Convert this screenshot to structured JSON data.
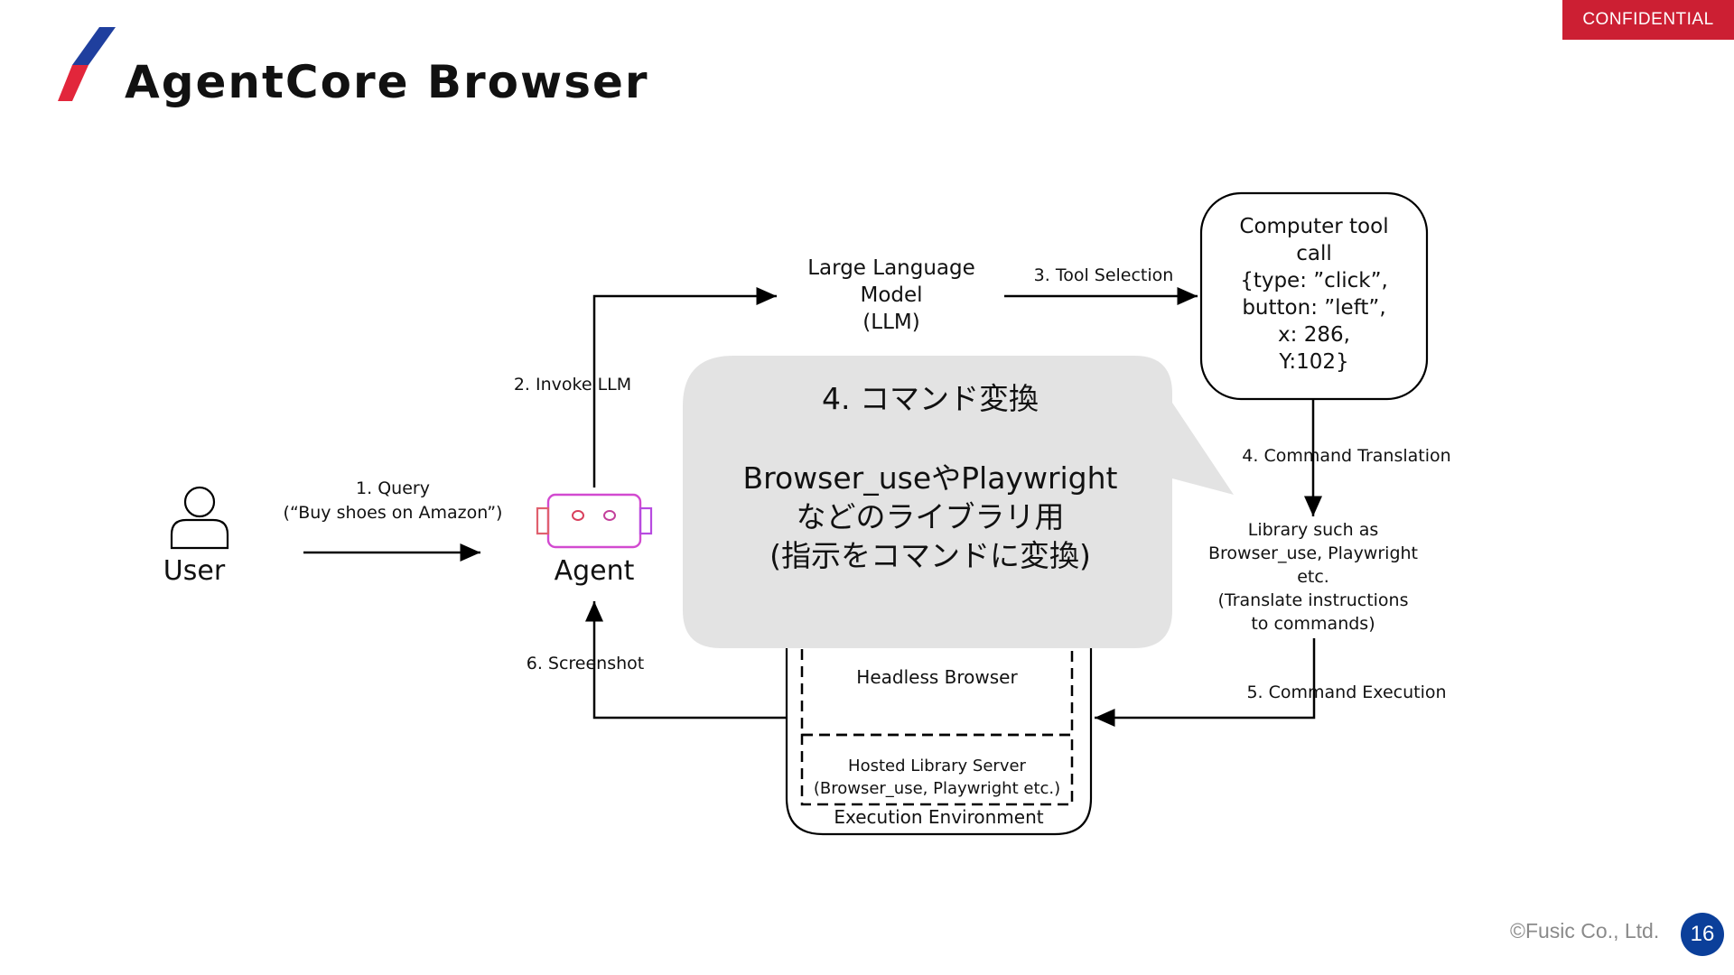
{
  "header": {
    "confidential": "CONFIDENTIAL",
    "title": "AgentCore Browser"
  },
  "diagram": {
    "user_label": "User",
    "agent_label": "Agent",
    "llm_label": [
      "Large Language",
      "Model",
      "(LLM)"
    ],
    "tool_call_label": [
      "Computer tool",
      "call",
      "{type: ”click”,",
      "button: ”left”,",
      "x: 286,",
      "Y:102}"
    ],
    "library_label": [
      "Library such as",
      "Browser_use, Playwright",
      "etc.",
      "(Translate instructions",
      "to commands)"
    ],
    "headless_browser": "Headless Browser",
    "hosted_library": [
      "Hosted Library Server",
      "(Browser_use, Playwright etc.)"
    ],
    "execution_env": "Execution Environment",
    "steps": {
      "query": [
        "1. Query",
        "(“Buy shoes on Amazon”)"
      ],
      "invoke": "2. Invoke LLM",
      "tool_selection": "3. Tool Selection",
      "command_translation": "4. Command Translation",
      "command_execution": "5. Command Execution",
      "screenshot": "6. Screenshot"
    }
  },
  "callout": {
    "heading": "4. コマンド変換",
    "lines": [
      "Browser_useやPlaywright",
      "などのライブラリ用",
      "(指示をコマンドに変換)"
    ]
  },
  "footer": {
    "copyright": "©Fusic Co., Ltd.",
    "page_number": "16"
  },
  "colors": {
    "accent_red": "#cc1f33",
    "accent_blue": "#0b3f9a",
    "callout_bg": "#e3e3e3"
  }
}
